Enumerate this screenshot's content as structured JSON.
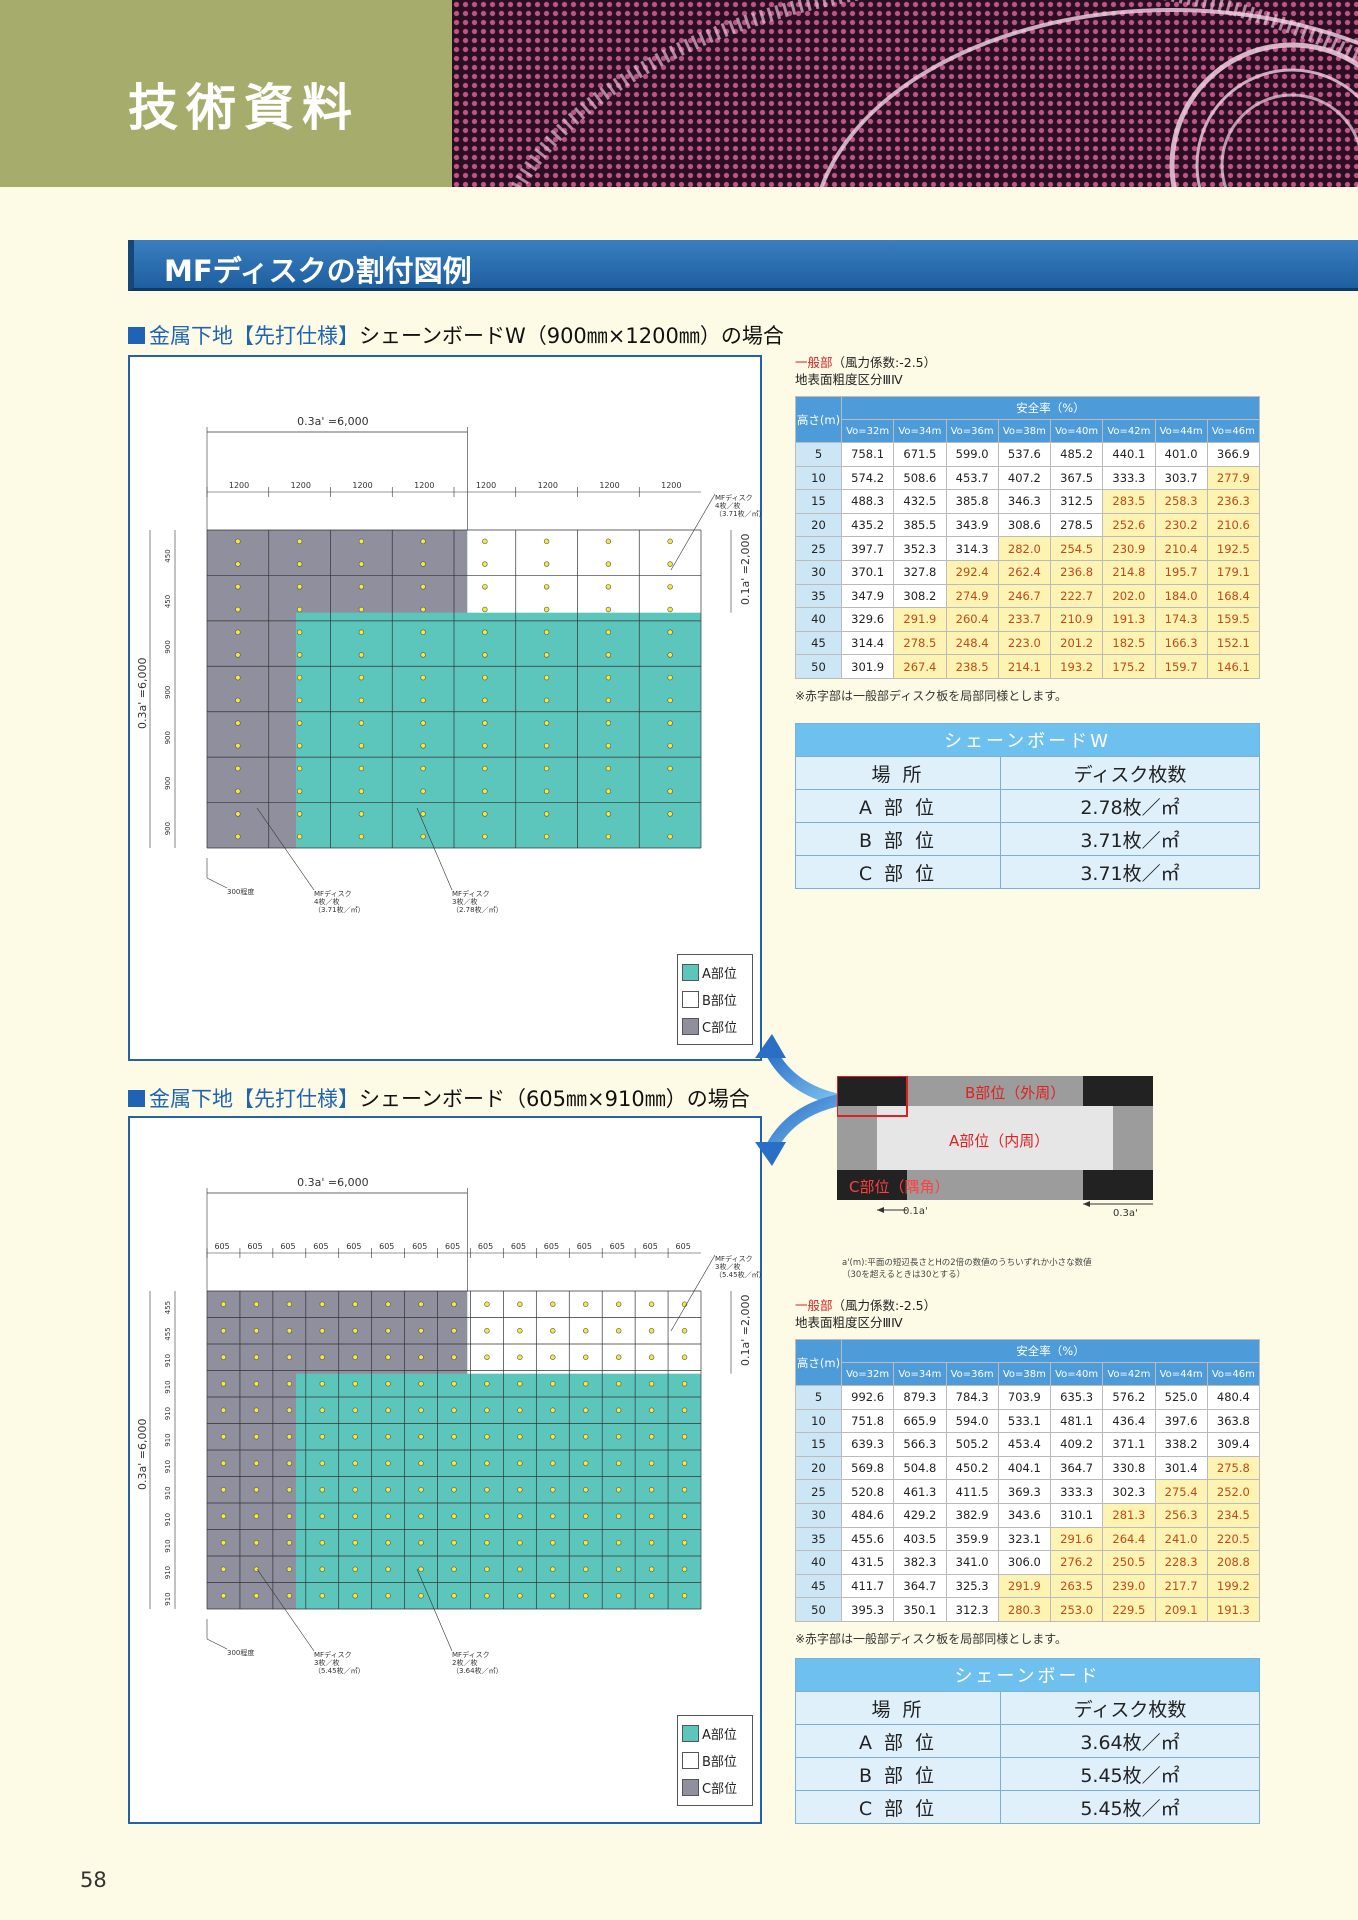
{
  "header": {
    "title": "技術資料"
  },
  "section": {
    "title": "MFディスクの割付図例"
  },
  "case1": {
    "sub_prefix": "金属下地",
    "sub_bracket": "【先打仕様】",
    "sub_rest": "シェーンボードW（900㎜×1200㎜）の場合",
    "dims": {
      "top": "0.3a' =6,000",
      "right": "0.1a' =2,000",
      "left": "0.3a' =6,000",
      "col": "1200",
      "row_small": "450",
      "row": "900",
      "bottom": "300程度"
    },
    "callouts": {
      "tr": [
        "MFディスク",
        "4枚／枚",
        "（3.71枚／㎡）"
      ],
      "bl": [
        "MFディスク",
        "4枚／枚",
        "（3.71枚／㎡）"
      ],
      "bc": [
        "MFディスク",
        "3枚／枚",
        "（2.78枚／㎡）"
      ]
    }
  },
  "case2": {
    "sub_prefix": "金属下地",
    "sub_bracket": "【先打仕様】",
    "sub_rest": "シェーンボード（605㎜×910㎜）の場合",
    "dims": {
      "top": "0.3a' =6,000",
      "right": "0.1a' =2,000",
      "left": "0.3a' =6,000",
      "col": "605",
      "row_small": "455",
      "row": "910",
      "bottom": "300程度"
    },
    "callouts": {
      "tr": [
        "MFディスク",
        "3枚／枚",
        "（5.45枚／㎡）"
      ],
      "bl": [
        "MFディスク",
        "3枚／枚",
        "（5.45枚／㎡）"
      ],
      "bc": [
        "MFディスク",
        "2枚／枚",
        "（3.64枚／㎡）"
      ]
    }
  },
  "legend": {
    "a": "A部位",
    "b": "B部位",
    "c": "C部位"
  },
  "note": {
    "red": "一般部",
    "wind": "（風力係数:-2.5）",
    "rough": "地表面粗度区分ⅢⅣ"
  },
  "safety_table_header": {
    "height": "高さ(m)",
    "ratio": "安全率（%）",
    "cols": [
      "Vo=32m",
      "Vo=34m",
      "Vo=36m",
      "Vo=38m",
      "Vo=40m",
      "Vo=42m",
      "Vo=44m",
      "Vo=46m"
    ]
  },
  "table1": {
    "heights": [
      "5",
      "10",
      "15",
      "20",
      "25",
      "30",
      "35",
      "40",
      "45",
      "50"
    ],
    "rows": [
      [
        "758.1",
        "671.5",
        "599.0",
        "537.6",
        "485.2",
        "440.1",
        "401.0",
        "366.9"
      ],
      [
        "574.2",
        "508.6",
        "453.7",
        "407.2",
        "367.5",
        "333.3",
        "303.7",
        "277.9"
      ],
      [
        "488.3",
        "432.5",
        "385.8",
        "346.3",
        "312.5",
        "283.5",
        "258.3",
        "236.3"
      ],
      [
        "435.2",
        "385.5",
        "343.9",
        "308.6",
        "278.5",
        "252.6",
        "230.2",
        "210.6"
      ],
      [
        "397.7",
        "352.3",
        "314.3",
        "282.0",
        "254.5",
        "230.9",
        "210.4",
        "192.5"
      ],
      [
        "370.1",
        "327.8",
        "292.4",
        "262.4",
        "236.8",
        "214.8",
        "195.7",
        "179.1"
      ],
      [
        "347.9",
        "308.2",
        "274.9",
        "246.7",
        "222.7",
        "202.0",
        "184.0",
        "168.4"
      ],
      [
        "329.6",
        "291.9",
        "260.4",
        "233.7",
        "210.9",
        "191.3",
        "174.3",
        "159.5"
      ],
      [
        "314.4",
        "278.5",
        "248.4",
        "223.0",
        "201.2",
        "182.5",
        "166.3",
        "152.1"
      ],
      [
        "301.9",
        "267.4",
        "238.5",
        "214.1",
        "193.2",
        "175.2",
        "159.7",
        "146.1"
      ]
    ],
    "highlight_start": [
      8,
      7,
      5,
      5,
      3,
      2,
      2,
      1,
      1,
      1
    ]
  },
  "table2": {
    "heights": [
      "5",
      "10",
      "15",
      "20",
      "25",
      "30",
      "35",
      "40",
      "45",
      "50"
    ],
    "rows": [
      [
        "992.6",
        "879.3",
        "784.3",
        "703.9",
        "635.3",
        "576.2",
        "525.0",
        "480.4"
      ],
      [
        "751.8",
        "665.9",
        "594.0",
        "533.1",
        "481.1",
        "436.4",
        "397.6",
        "363.8"
      ],
      [
        "639.3",
        "566.3",
        "505.2",
        "453.4",
        "409.2",
        "371.1",
        "338.2",
        "309.4"
      ],
      [
        "569.8",
        "504.8",
        "450.2",
        "404.1",
        "364.7",
        "330.8",
        "301.4",
        "275.8"
      ],
      [
        "520.8",
        "461.3",
        "411.5",
        "369.3",
        "333.3",
        "302.3",
        "275.4",
        "252.0"
      ],
      [
        "484.6",
        "429.2",
        "382.9",
        "343.6",
        "310.1",
        "281.3",
        "256.3",
        "234.5"
      ],
      [
        "455.6",
        "403.5",
        "359.9",
        "323.1",
        "291.6",
        "264.4",
        "241.0",
        "220.5"
      ],
      [
        "431.5",
        "382.3",
        "341.0",
        "306.0",
        "276.2",
        "250.5",
        "228.3",
        "208.8"
      ],
      [
        "411.7",
        "364.7",
        "325.3",
        "291.9",
        "263.5",
        "239.0",
        "217.7",
        "199.2"
      ],
      [
        "395.3",
        "350.1",
        "312.3",
        "280.3",
        "253.0",
        "229.5",
        "209.1",
        "191.3"
      ]
    ],
    "highlight_start": [
      8,
      8,
      8,
      7,
      6,
      5,
      4,
      4,
      3,
      3
    ]
  },
  "footnote": "※赤字部は一般部ディスク板を局部同様とします。",
  "disc1": {
    "title": "シェーンボードW",
    "h_place": "場 所",
    "h_count": "ディスク枚数",
    "rows": [
      [
        "A 部 位",
        "2.78枚／㎡"
      ],
      [
        "B 部 位",
        "3.71枚／㎡"
      ],
      [
        "C 部 位",
        "3.71枚／㎡"
      ]
    ]
  },
  "disc2": {
    "title": "シェーンボード",
    "h_place": "場 所",
    "h_count": "ディスク枚数",
    "rows": [
      [
        "A 部 位",
        "3.64枚／㎡"
      ],
      [
        "B 部 位",
        "5.45枚／㎡"
      ],
      [
        "C 部 位",
        "5.45枚／㎡"
      ]
    ]
  },
  "zone": {
    "b": "B部位（外周）",
    "a": "A部位（内周）",
    "c": "C部位（隅角）",
    "d1": "0.1a'",
    "d2": "0.3a'",
    "note1": "a'(m):平面の短辺長さとHの2倍の数値のうちいずれか小さな数値",
    "note2": "（30を超えるときは30とする）"
  },
  "page_number": "58",
  "colors": {
    "teal": "#5cc6bd",
    "gray": "#8f8f9e",
    "blue": "#2560ad",
    "accent_red": "#d02828"
  }
}
